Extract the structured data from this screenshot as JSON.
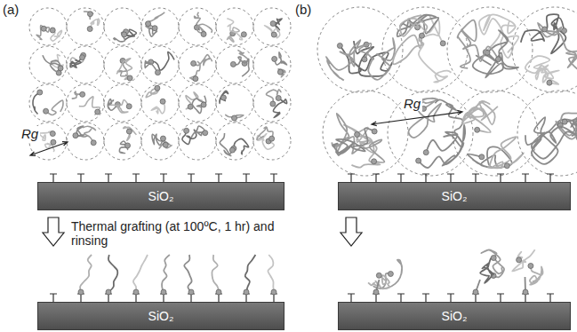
{
  "diagram": {
    "nodes": [
      {
        "text": [
          "SiO₂"
        ]
      },
      {
        "text": [
          "SiO₂"
        ]
      },
      {
        "text": [
          "SiO₂"
        ]
      },
      {
        "text": [
          "SiO₂"
        ]
      }
    ],
    "labels": [
      "(a)",
      "(b)",
      "Rg",
      "Rg",
      "Thermal grafting (at 100ºC, 1 hr) and rinsing"
    ]
  }
}
